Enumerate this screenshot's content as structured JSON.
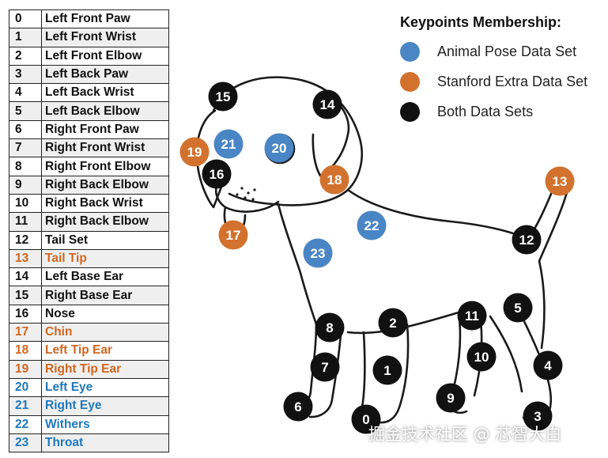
{
  "colors": {
    "animal_pose": "#4a86c5",
    "stanford_extra": "#d2722e",
    "both": "#111111",
    "table_both_text": "#111111",
    "table_stanford_text": "#d1661f",
    "table_animalpose_text": "#1f78bd"
  },
  "keypoints": [
    {
      "id": "0",
      "name": "Left Front Paw",
      "set": "both"
    },
    {
      "id": "1",
      "name": "Left Front Wrist",
      "set": "both"
    },
    {
      "id": "2",
      "name": "Left Front Elbow",
      "set": "both"
    },
    {
      "id": "3",
      "name": "Left Back Paw",
      "set": "both"
    },
    {
      "id": "4",
      "name": "Left Back Wrist",
      "set": "both"
    },
    {
      "id": "5",
      "name": "Left Back Elbow",
      "set": "both"
    },
    {
      "id": "6",
      "name": "Right Front Paw",
      "set": "both"
    },
    {
      "id": "7",
      "name": "Right Front Wrist",
      "set": "both"
    },
    {
      "id": "8",
      "name": "Right Front Elbow",
      "set": "both"
    },
    {
      "id": "9",
      "name": "Right Back Elbow",
      "set": "both"
    },
    {
      "id": "10",
      "name": "Right Back Wrist",
      "set": "both"
    },
    {
      "id": "11",
      "name": "Right Back Elbow",
      "set": "both"
    },
    {
      "id": "12",
      "name": "Tail Set",
      "set": "both"
    },
    {
      "id": "13",
      "name": "Tail Tip",
      "set": "stanford"
    },
    {
      "id": "14",
      "name": "Left Base Ear",
      "set": "both"
    },
    {
      "id": "15",
      "name": "Right Base Ear",
      "set": "both"
    },
    {
      "id": "16",
      "name": "Nose",
      "set": "both"
    },
    {
      "id": "17",
      "name": "Chin",
      "set": "stanford"
    },
    {
      "id": "18",
      "name": "Left Tip Ear",
      "set": "stanford"
    },
    {
      "id": "19",
      "name": "Right Tip Ear",
      "set": "stanford"
    },
    {
      "id": "20",
      "name": "Left Eye",
      "set": "animalpose"
    },
    {
      "id": "21",
      "name": "Right Eye",
      "set": "animalpose"
    },
    {
      "id": "22",
      "name": "Withers",
      "set": "animalpose"
    },
    {
      "id": "23",
      "name": "Throat",
      "set": "animalpose"
    }
  ],
  "legend": {
    "title": "Keypoints Membership:",
    "items": [
      {
        "label": "Animal Pose Data Set",
        "set": "animalpose"
      },
      {
        "label": "Stanford Extra Data Set",
        "set": "stanford"
      },
      {
        "label": "Both Data Sets",
        "set": "both"
      }
    ]
  },
  "watermark": "掘金技术社区 @ 芯智大白"
}
